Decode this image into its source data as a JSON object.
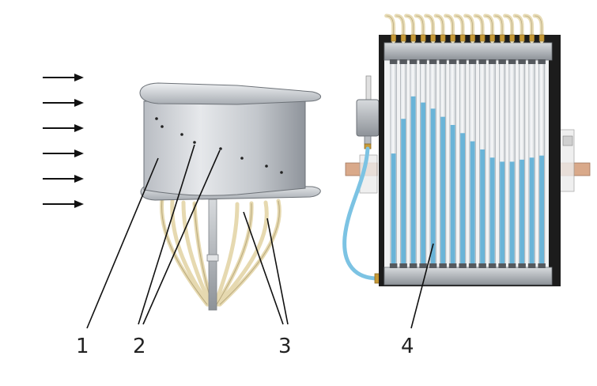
{
  "callouts": [
    {
      "id": "1",
      "label": "1"
    },
    {
      "id": "2",
      "label": "2"
    },
    {
      "id": "3",
      "label": "3"
    },
    {
      "id": "4",
      "label": "4"
    }
  ],
  "flow_arrow_count": 6,
  "manometer": {
    "tube_count": 16,
    "liquid_levels": [
      0.55,
      0.72,
      0.83,
      0.8,
      0.77,
      0.73,
      0.69,
      0.65,
      0.61,
      0.57,
      0.53,
      0.51,
      0.51,
      0.52,
      0.53,
      0.54
    ]
  },
  "colors": {
    "metal": "#c9ccd1",
    "metal_dark": "#8e939a",
    "tube_fill": "#6ab4d8",
    "hose": "#e8dcb6",
    "frame": "#1c1c1c",
    "pipe": "#d9a98a"
  }
}
